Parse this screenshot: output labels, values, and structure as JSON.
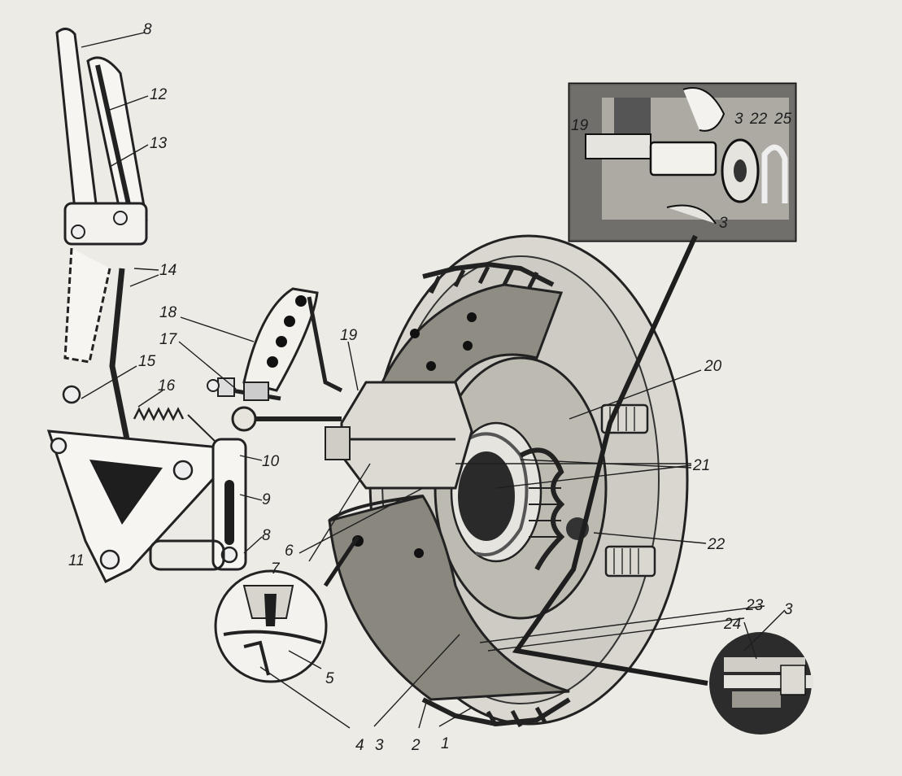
{
  "figure": {
    "background": "#ecebe6",
    "ink": "#222222",
    "labels": {
      "l8_top": "8",
      "l12": "12",
      "l13": "13",
      "l14": "14",
      "l18": "18",
      "l17": "17",
      "l15": "15",
      "l16": "16",
      "l19": "19",
      "l10": "10",
      "l9": "9",
      "l8": "8",
      "l11": "11",
      "l7": "7",
      "l6": "6",
      "l5": "5",
      "l4": "4",
      "l3": "3",
      "l2": "2",
      "l1": "1",
      "l20": "20",
      "l21": "21",
      "l22": "22",
      "l23": "23",
      "l24": "24",
      "l3b": "3",
      "i19": "19",
      "i3": "3",
      "i22": "22",
      "i25": "25",
      "i3b": "3"
    }
  }
}
